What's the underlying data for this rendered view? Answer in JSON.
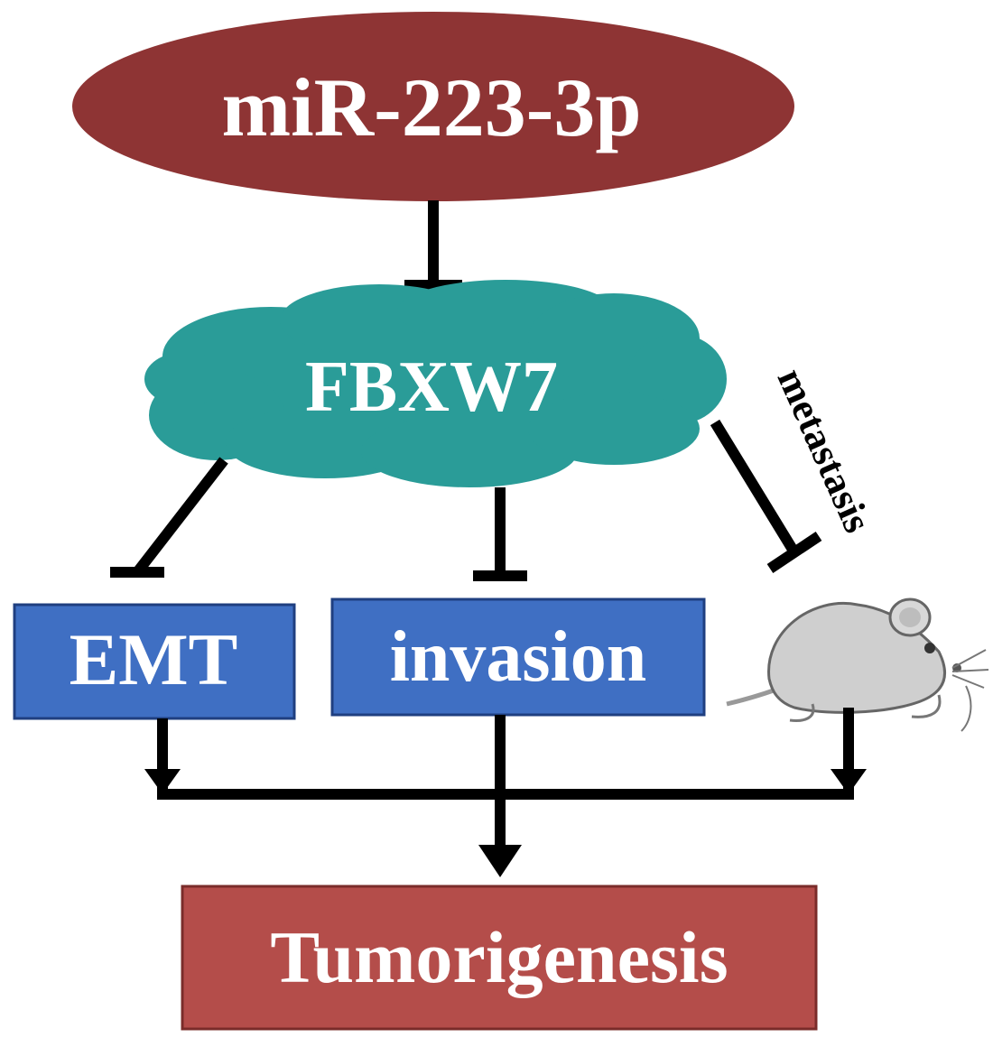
{
  "nodes": {
    "mirna": {
      "label": "miR-223-3p",
      "fill": "#8e3434",
      "text_color": "#ffffff"
    },
    "fbxw7": {
      "label": "FBXW7",
      "fill": "#2a9c98",
      "text_color": "#ffffff"
    },
    "emt": {
      "label": "EMT",
      "fill": "#3f6fc3",
      "text_color": "#ffffff"
    },
    "invasion": {
      "label": "invasion",
      "fill": "#3f6fc3",
      "text_color": "#ffffff"
    },
    "metastasis": {
      "label": "metastasis",
      "icon": "mouse-icon"
    },
    "tumorigenesis": {
      "label": "Tumorigenesis",
      "fill": "#b44d4a",
      "text_color": "#ffffff"
    }
  },
  "edges": [
    {
      "from": "miR-223-3p",
      "to": "FBXW7",
      "type": "inhibition"
    },
    {
      "from": "FBXW7",
      "to": "EMT",
      "type": "inhibition"
    },
    {
      "from": "FBXW7",
      "to": "invasion",
      "type": "inhibition"
    },
    {
      "from": "FBXW7",
      "to": "metastasis",
      "type": "inhibition"
    },
    {
      "from": "EMT",
      "to": "Tumorigenesis",
      "type": "activation"
    },
    {
      "from": "invasion",
      "to": "Tumorigenesis",
      "type": "activation"
    },
    {
      "from": "metastasis",
      "to": "Tumorigenesis",
      "type": "activation"
    }
  ],
  "colors": {
    "line": "#000000",
    "background": "#ffffff",
    "mouse_body": "#cfcfcf"
  }
}
